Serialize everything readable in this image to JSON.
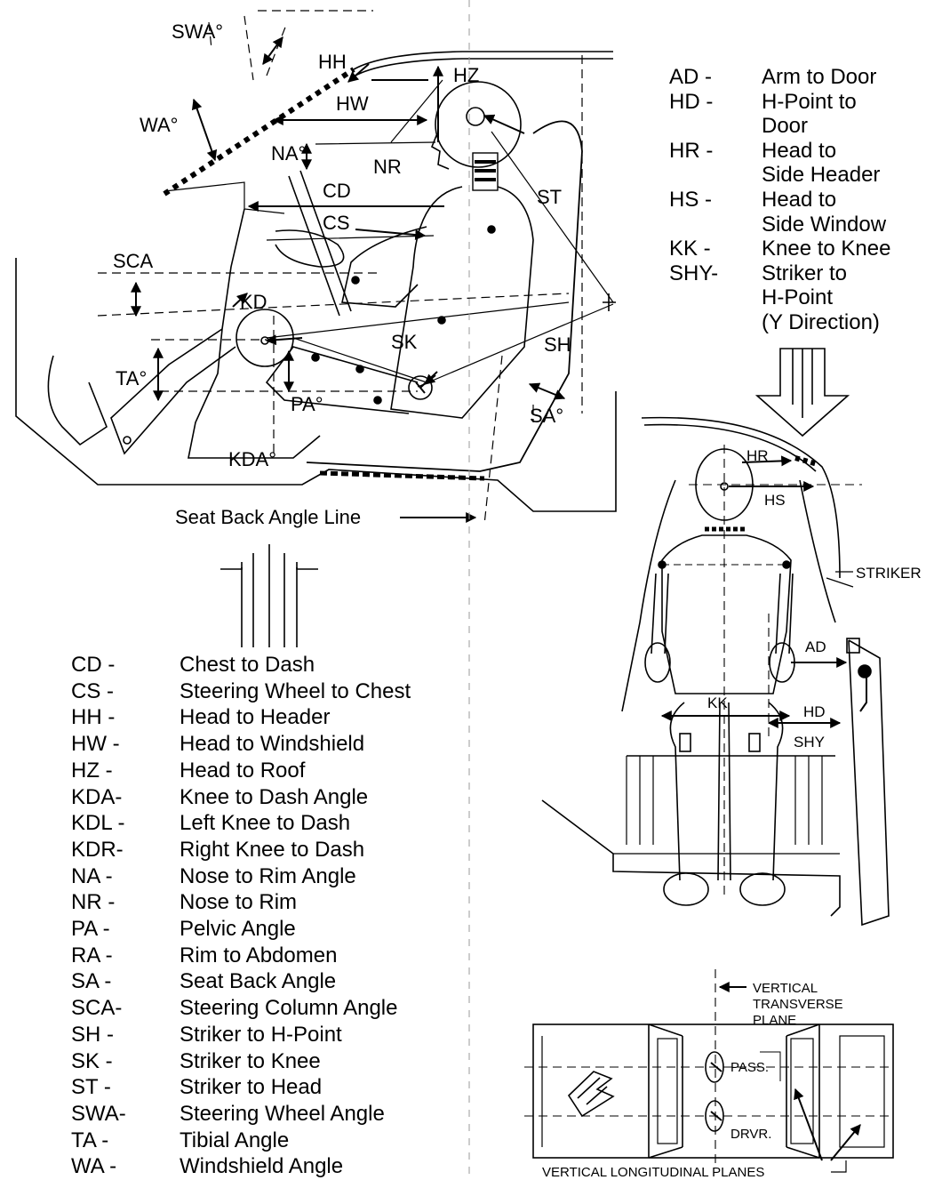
{
  "side_view_labels": {
    "swa": "SWA°",
    "hh": "HH",
    "hz": "HZ",
    "hw": "HW",
    "wa": "WA°",
    "na": "NA°",
    "nr": "NR",
    "cd": "CD",
    "cs": "CS",
    "st": "ST",
    "sca": "SCA",
    "kd": "KD",
    "sk": "SK",
    "sh": "SH",
    "ta": "TA°",
    "pa": "PA°",
    "sa": "SA°",
    "kda": "KDA°"
  },
  "seat_back_caption": "Seat Back Angle Line",
  "front_view_labels": {
    "hr": "HR",
    "hs": "HS",
    "striker": "STRIKER",
    "ad": "AD",
    "kk": "KK",
    "hd": "HD",
    "shy": "SHY"
  },
  "plan_view_labels": {
    "vertical_transverse": [
      "VERTICAL",
      "TRANSVERSE",
      "PLANE"
    ],
    "pass": "PASS.",
    "drvr": "DRVR.",
    "vertical_longitudinal": "VERTICAL LONGITUDINAL PLANES"
  },
  "legend_right": [
    {
      "code": "AD -",
      "desc": "Arm to Door"
    },
    {
      "code": "HD -",
      "desc": "H-Point to\nDoor"
    },
    {
      "code": "HR -",
      "desc": "Head to\nSide Header"
    },
    {
      "code": "HS -",
      "desc": "Head to\nSide Window"
    },
    {
      "code": "KK -",
      "desc": "Knee to Knee"
    },
    {
      "code": "SHY-",
      "desc": "Striker to\nH-Point\n(Y Direction)"
    }
  ],
  "legend_left": [
    {
      "code": "CD -",
      "desc": "Chest to Dash"
    },
    {
      "code": "CS -",
      "desc": "Steering Wheel to Chest"
    },
    {
      "code": "HH -",
      "desc": "Head to Header"
    },
    {
      "code": "HW -",
      "desc": "Head to Windshield"
    },
    {
      "code": "HZ -",
      "desc": "Head to Roof"
    },
    {
      "code": "KDA-",
      "desc": "Knee to Dash Angle"
    },
    {
      "code": "KDL -",
      "desc": "Left Knee to Dash"
    },
    {
      "code": "KDR-",
      "desc": "Right Knee to Dash"
    },
    {
      "code": "NA -",
      "desc": "Nose to Rim Angle"
    },
    {
      "code": "NR -",
      "desc": "Nose to Rim"
    },
    {
      "code": "PA -",
      "desc": "Pelvic Angle"
    },
    {
      "code": "RA -",
      "desc": "Rim to Abdomen"
    },
    {
      "code": "SA -",
      "desc": "Seat Back Angle"
    },
    {
      "code": "SCA-",
      "desc": "Steering Column Angle"
    },
    {
      "code": "SH -",
      "desc": "Striker to H-Point"
    },
    {
      "code": "SK -",
      "desc": "Striker to Knee"
    },
    {
      "code": "ST -",
      "desc": "Striker to Head"
    },
    {
      "code": "SWA-",
      "desc": "Steering Wheel Angle"
    },
    {
      "code": "TA -",
      "desc": "Tibial Angle"
    },
    {
      "code": "WA -",
      "desc": "Windshield Angle"
    }
  ]
}
